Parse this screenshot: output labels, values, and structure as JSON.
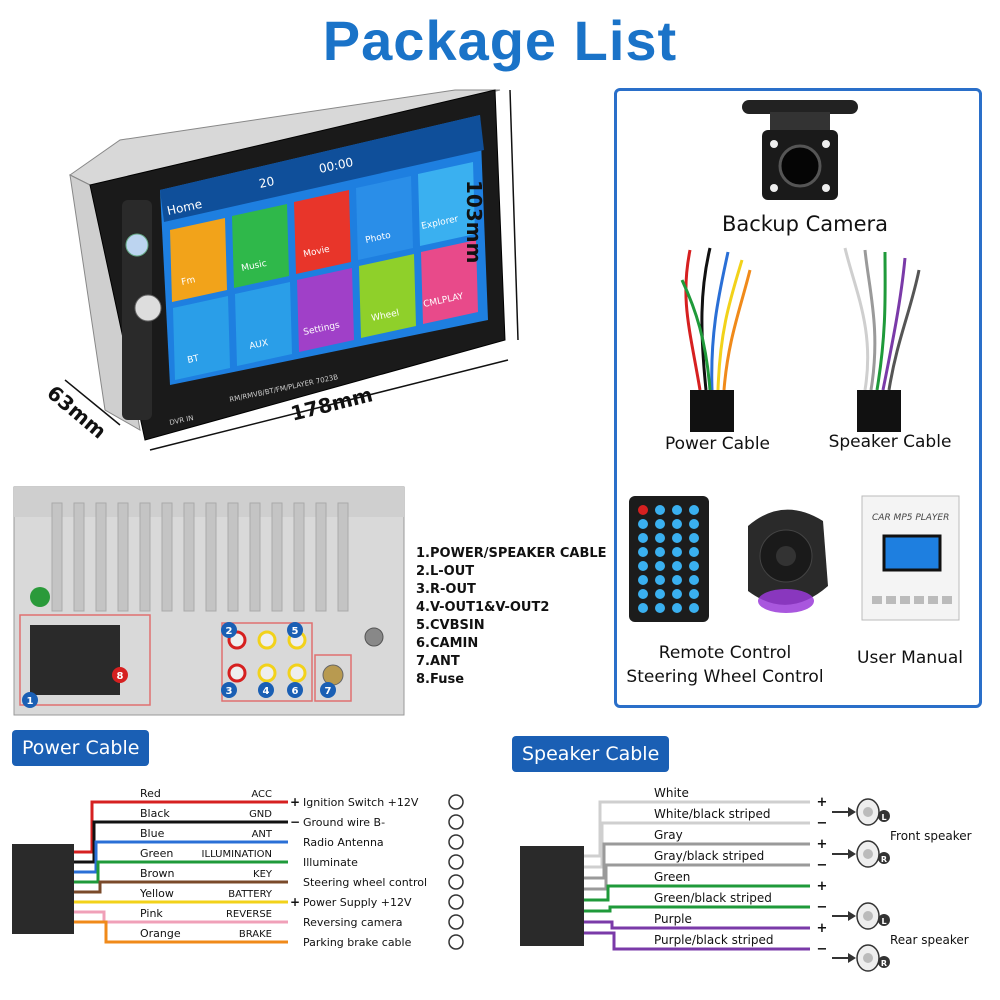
{
  "title": "Package List",
  "stereo": {
    "dim_height": "103mm",
    "dim_width": "178mm",
    "dim_depth": "63mm",
    "status_volume": "20",
    "status_time": "00:00",
    "home_label": "Home",
    "tiles": [
      "Fm",
      "Music",
      "Movie",
      "Photo",
      "Explorer",
      "BT",
      "AUX",
      "Settings",
      "Wheel",
      "CMLPLAY"
    ],
    "model_text": "RM/RMVB/BT/FM/PLAYER 7023B",
    "dvr_text": "DVR IN"
  },
  "package_items": {
    "backup_camera": "Backup Camera",
    "power_cable": "Power Cable",
    "speaker_cable": "Speaker Cable",
    "remote_control": "Remote Control",
    "steering_wheel_control": "Steering Wheel Control",
    "user_manual": "User Manual",
    "manual_cover_text": "CAR MP5 PLAYER"
  },
  "ports": [
    "1.POWER/SPEAKER CABLE",
    "2.L-OUT",
    "3.R-OUT",
    "4.V-OUT1&V-OUT2",
    "5.CVBSIN",
    "6.CAMIN",
    "7.ANT",
    "8.Fuse"
  ],
  "port_markers": [
    "1",
    "2",
    "3",
    "4",
    "5",
    "6",
    "7",
    "8"
  ],
  "power_cable": {
    "heading": "Power Cable",
    "wires": [
      {
        "color_name": "Red",
        "signal": "ACC",
        "function": "Ignition Switch +12V",
        "sign": "+",
        "hex": "#d62020"
      },
      {
        "color_name": "Black",
        "signal": "GND",
        "function": "Ground wire B-",
        "sign": "−",
        "hex": "#111111"
      },
      {
        "color_name": "Blue",
        "signal": "ANT",
        "function": "Radio Antenna",
        "sign": "",
        "hex": "#2a6fd6"
      },
      {
        "color_name": "Green",
        "signal": "ILLUMINATION",
        "function": "Illuminate",
        "sign": "",
        "hex": "#1f9a3a"
      },
      {
        "color_name": "Brown",
        "signal": "KEY",
        "function": "Steering wheel control",
        "sign": "",
        "hex": "#7a4a2a"
      },
      {
        "color_name": "Yellow",
        "signal": "BATTERY",
        "function": "Power Supply +12V",
        "sign": "+",
        "hex": "#f2d21a"
      },
      {
        "color_name": "Pink",
        "signal": "REVERSE",
        "function": "Reversing camera",
        "sign": "",
        "hex": "#f0a0b8"
      },
      {
        "color_name": "Orange",
        "signal": "BRAKE",
        "function": "Parking brake cable",
        "sign": "",
        "hex": "#f08a1a"
      }
    ]
  },
  "speaker_cable": {
    "heading": "Speaker Cable",
    "wires": [
      {
        "label": "White",
        "hex": "#cfcfcf",
        "sign": "+"
      },
      {
        "label": "White/black striped",
        "hex": "#cfcfcf",
        "sign": "−"
      },
      {
        "label": "Gray",
        "hex": "#9a9a9a",
        "sign": "+"
      },
      {
        "label": "Gray/black striped",
        "hex": "#9a9a9a",
        "sign": "−"
      },
      {
        "label": "Green",
        "hex": "#1f9a3a",
        "sign": "+"
      },
      {
        "label": "Green/black striped",
        "hex": "#1f9a3a",
        "sign": "−"
      },
      {
        "label": "Purple",
        "hex": "#7a3aa8",
        "sign": "+"
      },
      {
        "label": "Purple/black striped",
        "hex": "#7a3aa8",
        "sign": "−"
      }
    ],
    "front_label": "Front speaker",
    "rear_label": "Rear speaker",
    "channel_l": "L",
    "channel_r": "R"
  },
  "colors": {
    "brand_blue": "#1a73c8",
    "pill_blue": "#1a5fb4",
    "box_border": "#2a6fc9",
    "marker_blue": "#1a5fb4"
  }
}
